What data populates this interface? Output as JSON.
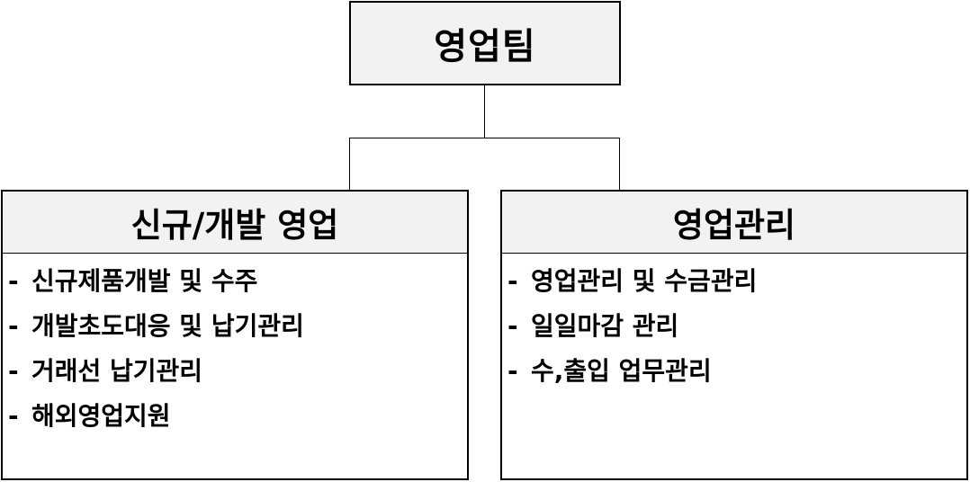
{
  "root": {
    "title": "영업팀"
  },
  "colors": {
    "header_fill": "#f2f2f2",
    "border": "#000000",
    "body_fill": "#ffffff"
  },
  "columns": [
    {
      "title": "신규/개발 영업",
      "bullet": "-",
      "items": [
        "신규제품개발 및 수주",
        "개발초도대응 및 납기관리",
        "거래선 납기관리",
        "해외영업지원"
      ]
    },
    {
      "title": "영업관리",
      "bullet": "-",
      "items": [
        "영업관리 및 수금관리",
        "일일마감 관리",
        "수,출입 업무관리"
      ]
    }
  ]
}
